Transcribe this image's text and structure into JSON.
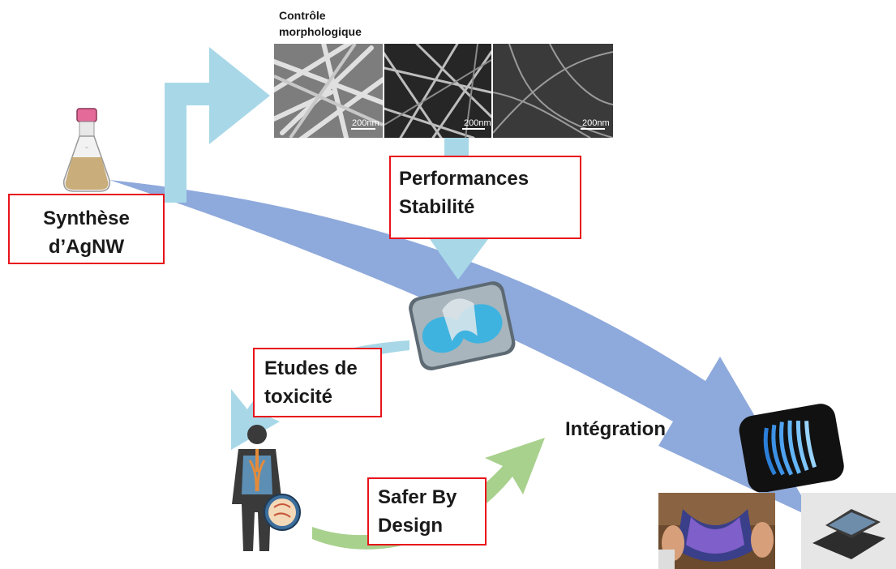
{
  "micrographs": {
    "title_line1": "Contrôle",
    "title_line2": "morphologique",
    "panels": [
      {
        "scale_label": "200nm"
      },
      {
        "scale_label": "200nm"
      },
      {
        "scale_label": "200nm"
      }
    ]
  },
  "boxes": {
    "synthesis": {
      "line1": "Synthèse",
      "line2": "d’AgNW"
    },
    "performance": {
      "line1": "Performances",
      "line2": "Stabilité"
    },
    "toxicity": {
      "line1": "Etudes de",
      "line2": "toxicité"
    },
    "safer": {
      "line1": "Safer By",
      "line2": "Design"
    }
  },
  "integration_label": "Intégration",
  "colors": {
    "main_arrow": "#8ea9db",
    "light_arrow": "#a8d8e8",
    "green_arrow": "#a9d18e",
    "box_border": "#e8131b"
  },
  "icons": [
    "flask-icon",
    "sem-micrograph",
    "transparent-electrode-icon",
    "human-body-icon",
    "flexible-display-icon",
    "bent-screen-photo",
    "folding-tablet-photo"
  ]
}
